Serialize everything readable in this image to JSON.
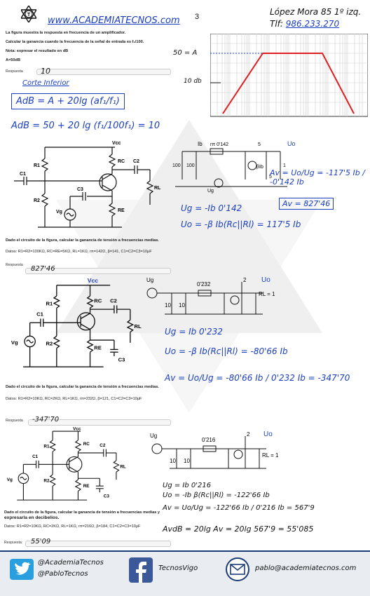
{
  "header": {
    "site": "www.ACADEMIATECNOS.com",
    "page_number": "3",
    "address": "López Mora 85 1º izq.",
    "phone_label": "Tlf:",
    "phone": "986.233.270"
  },
  "problem1": {
    "statement1": "La figura muestra la respuesta en frecuencia de un amplificador.",
    "statement2": "Calcular la ganancia cuando la frecuencia de la señal de entrada es f₁/100.",
    "note": "Nota: expresar el resultado en dB",
    "given": "A=50dB",
    "answer_label": "Respuesta",
    "answer_value": "10",
    "hand_title": "Corte Inferior",
    "hand_formula": "AdB = A + 20lg (af₁/f₁)",
    "hand_calc": "AdB = 50 + 20 lg (f₁/100f₁) = 10",
    "graph_label_a": "50 = A",
    "graph_label_b": "10 db"
  },
  "problem2": {
    "labels": {
      "vcc": "Vcc",
      "r1": "R1",
      "r2": "R2",
      "rc": "RC",
      "re": "RE",
      "c1": "C1",
      "c2": "C2",
      "c3": "C3",
      "rl": "RL",
      "vg": "Vg"
    },
    "statement": "Dado el circuito de la figura, calcular la ganancia de tensión a frecuencias medias.",
    "data": "Datos: R1=R2=100KΩ, RC=RE=5KΩ, RL=1KΩ, rπ=142Ω, β=141, C1=C2=C3=10μF",
    "answer_label": "Respuesta",
    "answer_value": "827'46",
    "hand_lines": [
      "Ug = -Ib 0'142",
      "Uo = -β Ib(Rc||Rl) = 117'5 Ib",
      "Av = Uo/Ug = -117'5 Ib / -0'142 Ib",
      "Av = 827'46"
    ],
    "sketch_labels": [
      "Ib",
      "rπ 0'142",
      "5",
      "Uo",
      "βIb",
      "100",
      "100",
      "Ug",
      "5",
      "1"
    ]
  },
  "problem3": {
    "labels": {
      "vcc": "Vcc",
      "r1": "R1",
      "r2": "R2",
      "rc": "RC",
      "re": "RE",
      "c1": "C1",
      "c2": "C2",
      "c3": "C3",
      "rl": "RL",
      "vg": "Vg"
    },
    "statement": "Dado el circuito de la figura, calcular la ganancia de tensión a frecuencias medias.",
    "data": "Datos: R1=R2=10KΩ, RC=2KΩ, RL=1KΩ, rπ=232Ω, β=121, C1=C2=C3=10μF",
    "answer_label": "Respuesta",
    "answer_value": "-347'70",
    "hand_lines": [
      "Ug = Ib 0'232",
      "Uo = -β Ib(Rc||Rl) = -80'66 Ib",
      "Av = Uo/Ug = -80'66 Ib / 0'232 Ib = -347'70"
    ],
    "sketch_labels": [
      "Ug",
      "0'232",
      "2",
      "Uo",
      "10",
      "10",
      "RL = 1"
    ]
  },
  "problem4": {
    "labels": {
      "vcc": "Vcc",
      "r1": "R1",
      "r2": "R2",
      "rc": "RC",
      "re": "RE",
      "c1": "C1",
      "c2": "C2",
      "c3": "C3",
      "rl": "RL",
      "vg": "Vg"
    },
    "statement1": "Dado el circuito de la figura, calcular la ganancia de tensión a frecuencias medias y",
    "statement2": "expresarla en decibelios.",
    "data": "Datos: R1=R2=10KΩ, RC=2KΩ, RL=1KΩ, rπ=216Ω, β=184, C1=C2=C3=10μF",
    "answer_label": "Respuesta:",
    "answer_value": "55'09",
    "hand_lines": [
      "Ug = Ib 0'216",
      "Uo = -Ib β(Rc||Rl) = -122'66 Ib",
      "Av = Uo/Ug = -122'66 Ib / 0'216 Ib = 567'9",
      "AvdB = 20lg Av = 20lg 567'9 = 55'085"
    ],
    "sketch_labels": [
      "Ug",
      "0'216",
      "2",
      "Uo",
      "10",
      "10",
      "RL = 1"
    ]
  },
  "footer": {
    "twitter1": "@AcademiaTecnos",
    "twitter2": "@PabloTecnos",
    "facebook": "TecnosVigo",
    "email": "pablo@academiatecnos.com"
  },
  "colors": {
    "accent": "#1b3fbf",
    "brand": "#1a3d7a",
    "graph_line": "#e02020"
  }
}
